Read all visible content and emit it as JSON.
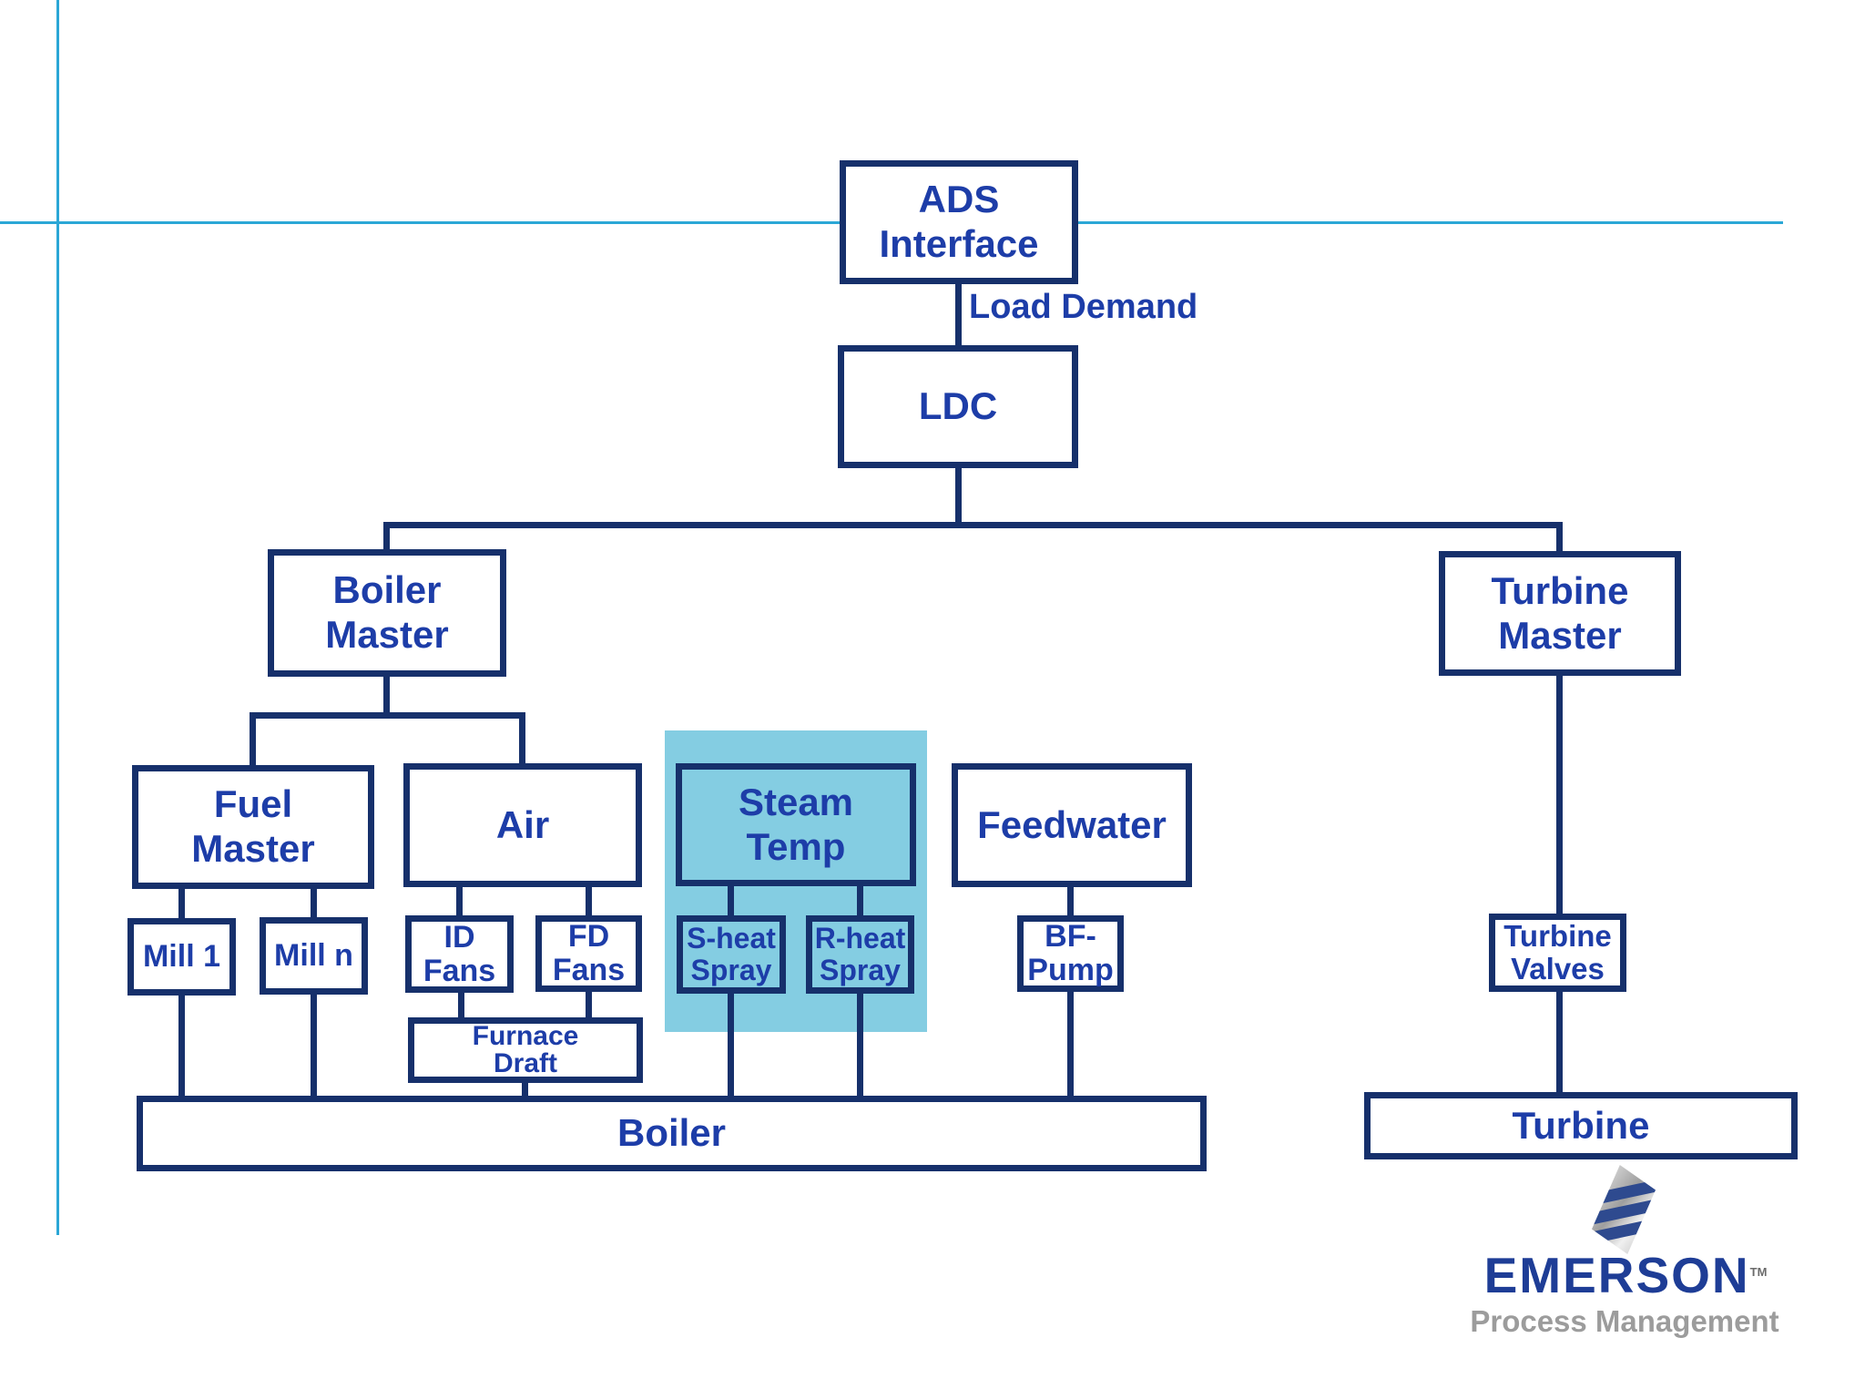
{
  "diagram": {
    "edge_label": "Load Demand",
    "nodes": {
      "ads_interface": {
        "line1": "ADS",
        "line2": "Interface"
      },
      "ldc": {
        "line1": "LDC"
      },
      "boiler_master": {
        "line1": "Boiler",
        "line2": "Master"
      },
      "turbine_master": {
        "line1": "Turbine",
        "line2": "Master"
      },
      "fuel_master": {
        "line1": "Fuel",
        "line2": "Master"
      },
      "air": {
        "line1": "Air"
      },
      "steam_temp": {
        "line1": "Steam",
        "line2": "Temp"
      },
      "feedwater": {
        "line1": "Feedwater"
      },
      "mill_1": {
        "line1": "Mill 1"
      },
      "mill_n": {
        "line1": "Mill n"
      },
      "id_fans": {
        "line1": "ID",
        "line2": "Fans"
      },
      "fd_fans": {
        "line1": "FD",
        "line2": "Fans"
      },
      "furnace_draft": {
        "line1": "Furnace",
        "line2": "Draft"
      },
      "s_heat_spray": {
        "line1": "S-heat",
        "line2": "Spray"
      },
      "r_heat_spray": {
        "line1": "R-heat",
        "line2": "Spray"
      },
      "bf_pump": {
        "line1": "BF-",
        "line2": "Pump"
      },
      "turbine_valves": {
        "line1": "Turbine",
        "line2": "Valves"
      },
      "boiler": {
        "line1": "Boiler"
      },
      "turbine": {
        "line1": "Turbine"
      }
    },
    "colors": {
      "node_border": "#16306b",
      "node_text": "#1d3da8",
      "highlight_fill": "#84cde2",
      "guide_line": "#2ba7d6"
    }
  },
  "logo": {
    "brand": "EMERSON",
    "trademark": "TM",
    "tagline": "Process Management",
    "brand_color": "#1e3d96",
    "tagline_color": "#9c9c9c"
  }
}
